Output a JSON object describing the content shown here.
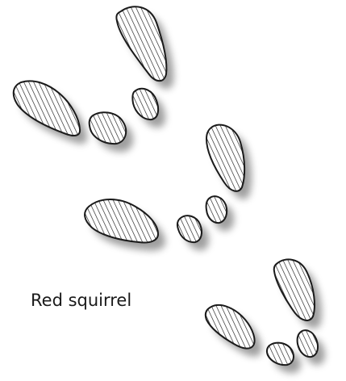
{
  "caption": "Red squirrel",
  "colors": {
    "ink": "#1a1a1a",
    "shadow": "#777777",
    "background": "#ffffff"
  },
  "tracks": [
    {
      "name": "top-right-pawprint-group",
      "pads": 4
    },
    {
      "name": "middle-pawprint-group",
      "pads": 4
    },
    {
      "name": "bottom-right-pawprint-group",
      "pads": 4
    }
  ]
}
